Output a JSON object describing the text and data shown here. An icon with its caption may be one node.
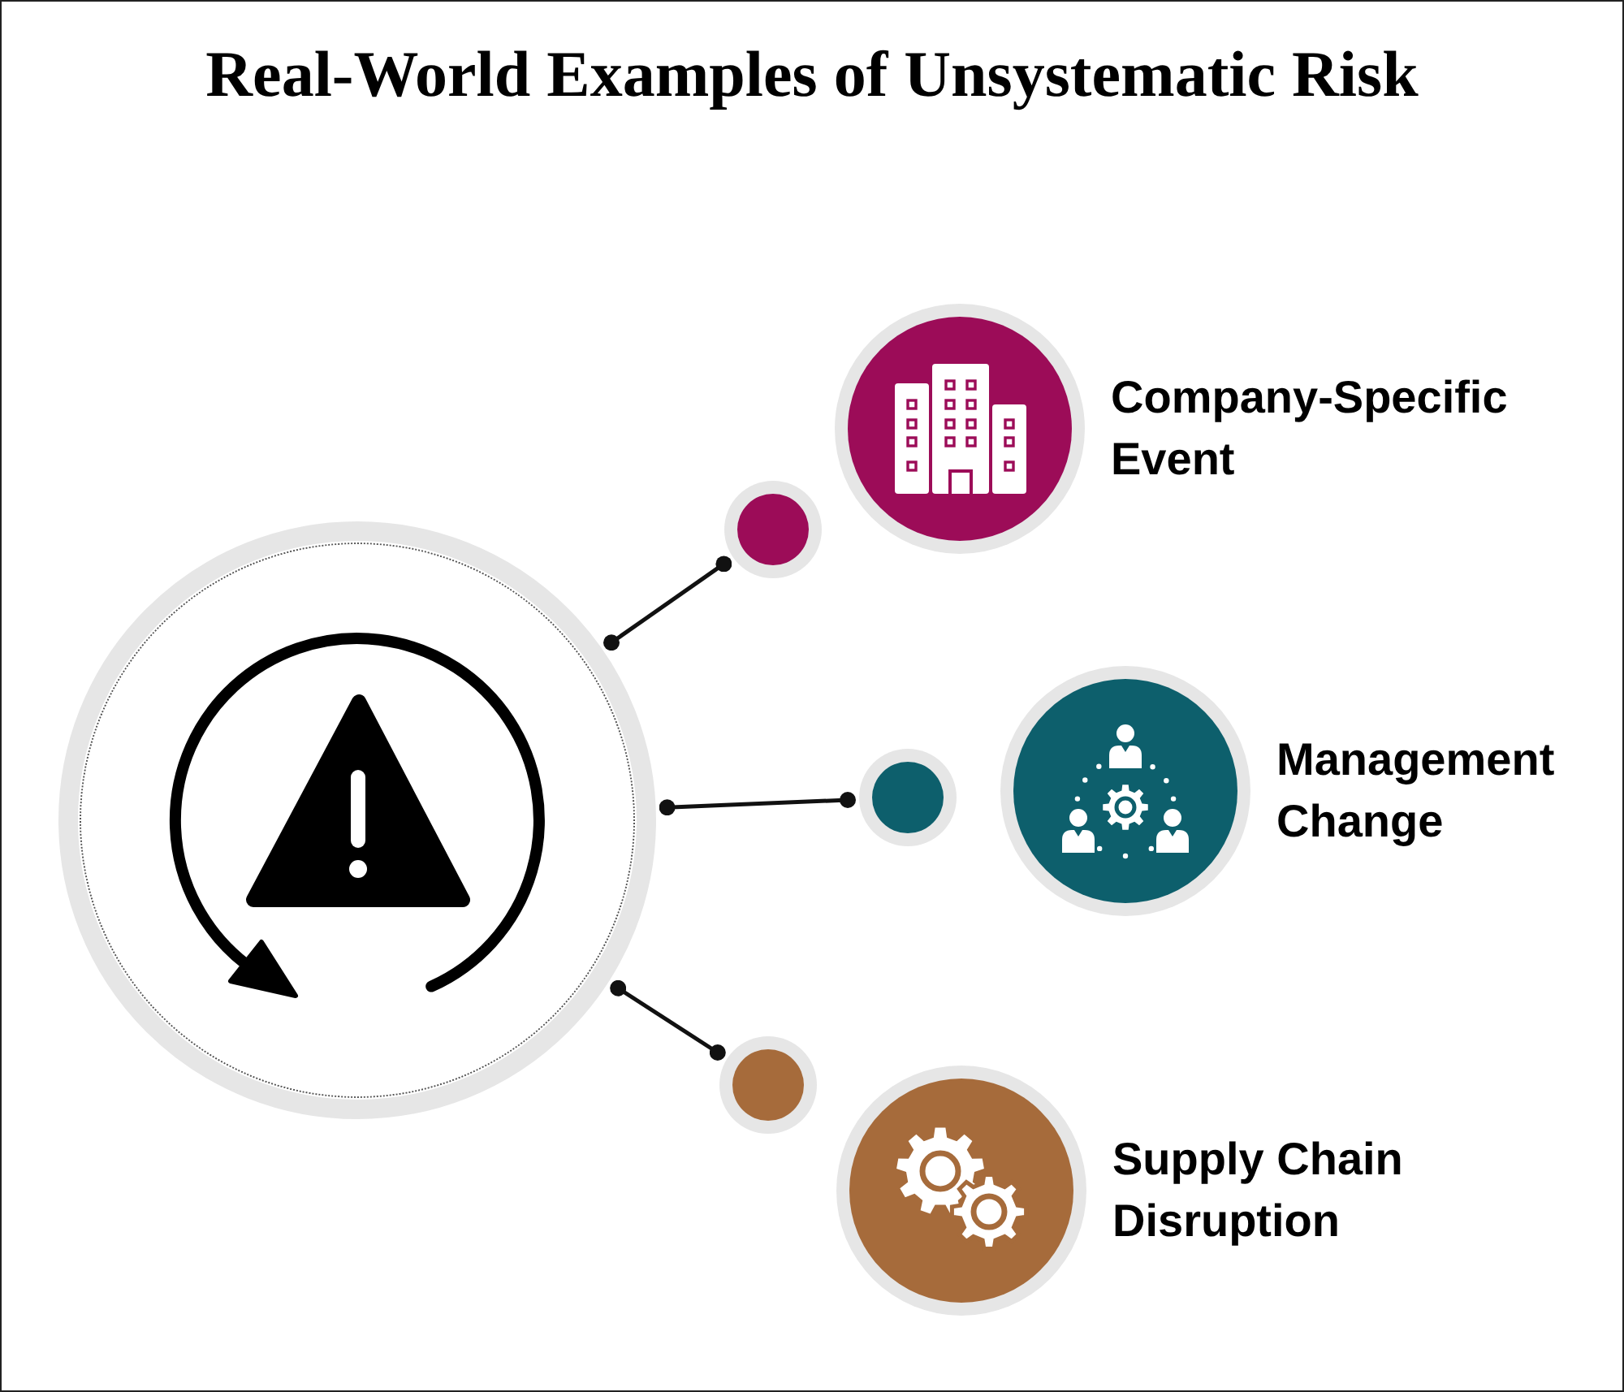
{
  "diagram": {
    "title": "Real-World Examples of Unsystematic Risk",
    "nodes": [
      {
        "text": [],
        "shape": "circle"
      },
      {
        "text": [],
        "shape": "circle"
      },
      {
        "text": [
          "Company-Specific Event"
        ]
      },
      {
        "text": [],
        "shape": "circle"
      },
      {
        "text": [
          "Management Change"
        ]
      },
      {
        "text": [],
        "shape": "circle"
      },
      {
        "text": [
          "Supply Chain Disruption"
        ]
      }
    ],
    "edges": [
      {
        "from": 0,
        "to": 1,
        "arrow": "other"
      },
      {
        "from": 0,
        "to": 3,
        "arrow": "other"
      },
      {
        "from": 0,
        "to": 5,
        "arrow": "other"
      }
    ]
  }
}
